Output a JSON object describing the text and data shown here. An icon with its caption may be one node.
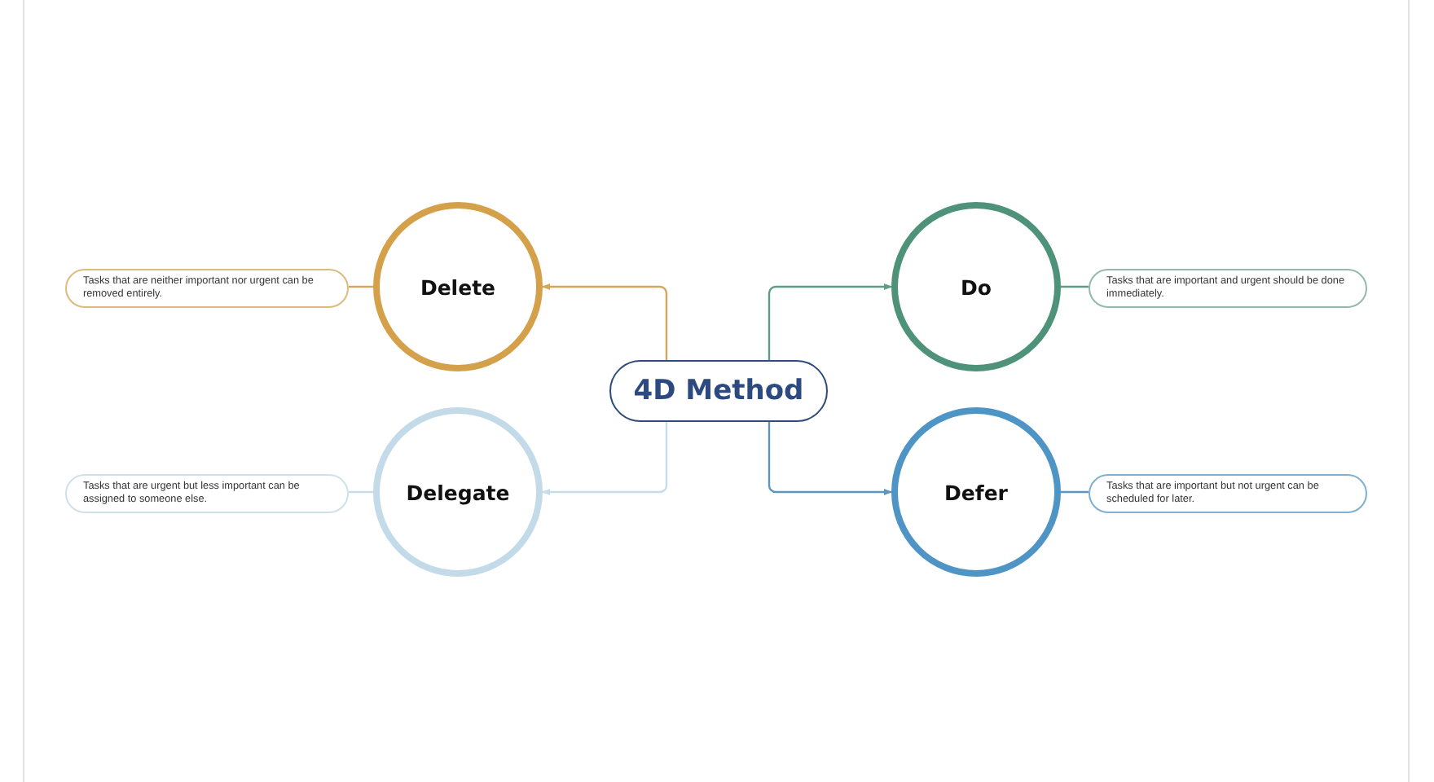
{
  "diagram": {
    "nodes": [
      {
        "text": [
          "4D Method"
        ]
      },
      {
        "text": [
          "Delete"
        ]
      },
      {
        "text": [
          "Delegate"
        ]
      },
      {
        "text": [
          "Do"
        ]
      },
      {
        "text": [
          "Defer"
        ]
      },
      {
        "text": [
          "Tasks that are neither important nor urgent can be removed entirely."
        ]
      },
      {
        "text": [
          "Tasks that are urgent but less important can be assigned to someone else."
        ]
      },
      {
        "text": [
          "Tasks that are important and urgent should be done immediately."
        ]
      },
      {
        "text": [
          "Tasks that are important but not urgent can be scheduled for later."
        ]
      }
    ],
    "edges": [
      {
        "from": 0,
        "to": 1,
        "arrow": "to",
        "color": "#d6a65a"
      },
      {
        "from": 0,
        "to": 2,
        "arrow": "to",
        "color": "#c6dcea"
      },
      {
        "from": 0,
        "to": 3,
        "arrow": "to",
        "color": "#5e9c86"
      },
      {
        "from": 0,
        "to": 4,
        "arrow": "to",
        "color": "#5b96c0"
      },
      {
        "from": 1,
        "to": 5,
        "arrow": "none",
        "color": "#d6a65a"
      },
      {
        "from": 2,
        "to": 6,
        "arrow": "none",
        "color": "#c6dcea"
      },
      {
        "from": 3,
        "to": 7,
        "arrow": "none",
        "color": "#5e9c86"
      },
      {
        "from": 4,
        "to": 8,
        "arrow": "none",
        "color": "#5b96c0"
      }
    ]
  }
}
